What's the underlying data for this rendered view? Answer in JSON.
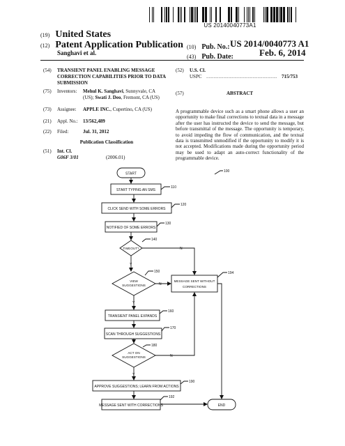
{
  "barcode_text": "US 20140040773A1",
  "header": {
    "country_code": "(19)",
    "country": "United States",
    "type_code": "(12)",
    "type": "Patent Application Publication",
    "authors": "Sanghavi et al.",
    "pubno_code": "(10)",
    "pubno_label": "Pub. No.:",
    "pubno_value": "US 2014/0040773 A1",
    "pubdate_code": "(43)",
    "pubdate_label": "Pub. Date:",
    "pubdate_value": "Feb. 6, 2014"
  },
  "left": {
    "title_code": "(54)",
    "title": "TRANSIENT PANEL ENABLING MESSAGE CORRECTION CAPABILITIES PRIOR TO DATA SUBMISSION",
    "inventors_code": "(75)",
    "inventors_label": "Inventors:",
    "inventor1_name": "Mehul K. Sanghavi",
    "inventor1_loc": ", Sunnyvale, CA",
    "inventor1_country": "(US);",
    "inventor2_name": "Swati J. Deo",
    "inventor2_loc": ", Fremont, CA (US)",
    "assignee_code": "(73)",
    "assignee_label": "Assignee:",
    "assignee_name": "APPLE INC.",
    "assignee_loc": ", Cupertino, CA (US)",
    "appl_code": "(21)",
    "appl_label": "Appl. No.:",
    "appl_value": "13/562,489",
    "filed_code": "(22)",
    "filed_label": "Filed:",
    "filed_value": "Jul. 31, 2012",
    "classification_heading": "Publication Classification",
    "intcl_code": "(51)",
    "intcl_label": "Int. Cl.",
    "intcl_class": "G06F 3/01",
    "intcl_date": "(2006.01)"
  },
  "right": {
    "uscl_code": "(52)",
    "uscl_label": "U.S. Cl.",
    "uspc_label": "USPC",
    "uspc_dots": "..........................................................",
    "uspc_value": "715/753",
    "abstract_code": "(57)",
    "abstract_title": "ABSTRACT",
    "abstract_text": "A programmable device such as a smart phone allows a user an opportunity to make final corrections to textual data in a message after the user has instructed the device to send the message, but before transmittal of the message. The opportunity is temporary, to avoid impeding the flow of communication, and the textual data is transmitted unmodified if the opportunity to modify it is not accepted. Modifications made during the opportunity period may be used to adapt an auto-correct functionality of the programmable device."
  },
  "flowchart": {
    "fig_ref": "100",
    "start": "START",
    "s110": "START TYPING AN SMS",
    "r110": "110",
    "s120": "CLICK SEND WITH SOME ERRORS",
    "r120": "120",
    "s130": "NOTIFIED OF SOME ERRORS",
    "r130": "130",
    "d140": "TIMEOUT?",
    "r140": "140",
    "d150_l1": "VIEW",
    "d150_l2": "SUGGESTIONS",
    "r150": "150",
    "s194_l1": "MESSAGE SENT WITHOUT",
    "s194_l2": "CORRECTIONS",
    "r194": "194",
    "s160": "TRANSIENT PANEL EXPANDS",
    "r160": "160",
    "s170": "SCAN THROUGH SUGGESTIONS",
    "r170": "170",
    "d180_l1": "ACT ON",
    "d180_l2": "SUGGESTIONS",
    "r180": "180",
    "s190": "APPROVE SUGGESTIONS; LEARN FROM ACTIONS",
    "r190": "190",
    "s192": "MESSAGE SENT WITH CORRECTIONS",
    "r192": "192",
    "end": "END",
    "yes": "Y",
    "no": "N"
  }
}
